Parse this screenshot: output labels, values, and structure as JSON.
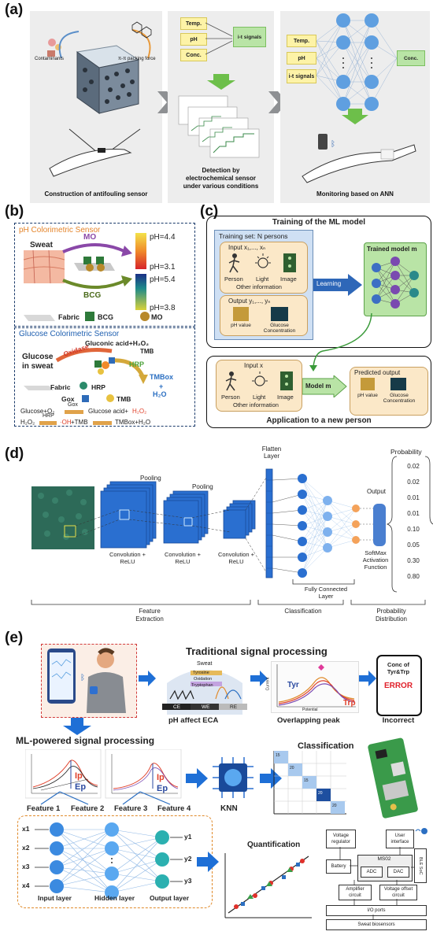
{
  "panel_a": {
    "label": "(a)",
    "box1": {
      "caption": "Construction of antifouling sensor",
      "contaminants": "Contaminants",
      "pi_force": "π-π packing force"
    },
    "box2": {
      "inputs": [
        "Temp.",
        "pH",
        "Conc."
      ],
      "signal": "i-t signals",
      "caption_line1": "Detection by",
      "caption_line2": "electrochemical sensor",
      "caption_line3": "under various conditions"
    },
    "box3": {
      "inputs": [
        "Temp.",
        "pH",
        "i-t signals"
      ],
      "output": "Conc.",
      "caption": "Monitoring based on ANN"
    }
  },
  "panel_b": {
    "label": "(b)",
    "ph_title": "pH Colorimetric Sensor",
    "sweat": "Sweat",
    "mo": "MO",
    "bcg": "BCG",
    "ph_values": [
      "pH=4.4",
      "pH=3.1",
      "pH=5.4",
      "pH=3.8"
    ],
    "legend": [
      "Fabric",
      "BCG",
      "MO"
    ],
    "glucose_title": "Glucose Colorimetric Sensor",
    "gluconic": "Gluconic acid+H₂O₂",
    "oxidase": "Oxidase",
    "tmb": "TMB",
    "glucose_in_sweat_1": "Glucose",
    "glucose_in_sweat_2": "in sweat",
    "hrp": "HRP",
    "tmbox": "TMBox",
    "plus": "+",
    "h2o": "H₂O",
    "legend2": [
      "Fabric",
      "HRP",
      "Gox",
      "TMB"
    ],
    "eq1_left": "Glucose+O₂",
    "eq1_enzyme": "Gox",
    "eq1_right_a": "Glucose acid+",
    "eq1_right_b": "H₂O₂",
    "eq2_left": "H₂O₂",
    "eq2_enzyme": "HRP",
    "eq2_mid_a": "·OH",
    "eq2_mid_b": "+TMB",
    "eq2_right": "TMBox+H₂O"
  },
  "panel_c": {
    "label": "(c)",
    "title": "Training of the ML model",
    "training_set": "Training set: N persons",
    "input": "Input x₁,..., xₙ",
    "icons": [
      "Person",
      "Light",
      "Image"
    ],
    "other": "Other information",
    "output": "Output y₁,..., yₙ",
    "out_icons": [
      "pH value",
      "Glucose Concentration"
    ],
    "learning": "Learning",
    "trained_model": "Trained model m",
    "input_x": "Input x",
    "model_m": "Model m",
    "predicted": "Predicted output",
    "bottom_title": "Application to a new person"
  },
  "panel_d": {
    "label": "(d)",
    "pooling1": "Pooling",
    "pooling2": "Pooling",
    "flatten": "Flatten Layer",
    "output": "Output",
    "softmax": "SoftMax Activation Function",
    "conv_labels": [
      "Convolution + ReLU",
      "Convolution + ReLU",
      "Convolution + ReLU"
    ],
    "fc": "Fully Connected Layer",
    "feature_extraction": "Feature Extraction",
    "classification": "Classification",
    "probability_distribution": "Probability Distribution",
    "probability_title": "Probability",
    "probabilities": [
      "0.02",
      "0.02",
      "0.01",
      "0.01",
      "0.10",
      "0.05",
      "0.30",
      "0.80"
    ]
  },
  "panel_e": {
    "label": "(e)",
    "traditional": "Traditional signal processing",
    "sweat": "Sweat",
    "molecules": [
      "Tyrosine",
      "Oxidation",
      "Tryptophan"
    ],
    "electrodes": [
      "CE",
      "WE",
      "RE"
    ],
    "ph_affect": "pH affect ECA",
    "overlapping": "Overlapping peak",
    "tyr": "Tyr",
    "trp": "Trp",
    "current": "Current",
    "potential": "Potential",
    "conc_title": "Conc of Tyr&Trp",
    "error": "ERROR",
    "incorrect": "Incorrect",
    "ml_title": "ML-powered signal processing",
    "ip": "Ip",
    "ep": "Ep",
    "features": [
      "Feature 1",
      "Feature 2",
      "Feature 3",
      "Feature 4"
    ],
    "knn": "KNN",
    "classification": "Classification",
    "matrix_values": [
      "15",
      "20",
      "15",
      "20",
      "20"
    ],
    "inputs": [
      "x1",
      "x2",
      "x3",
      "x4"
    ],
    "outputs": [
      "y1",
      "y2",
      "y3"
    ],
    "layers": [
      "Input layer",
      "Hidden layer",
      "Output layer"
    ],
    "quantification": "Quantification",
    "circuit": {
      "voltage_regulator": "Voltage regulator",
      "user_interface": "User interface",
      "battery": "Battery",
      "ms02": "MS02",
      "adc": "ADC",
      "dac": "DAC",
      "ble": "BLE SoC",
      "amplifier": "Amplifier circuit",
      "voltage_offset": "Voltage offset circuit",
      "io": "I/O ports",
      "biosensors": "Sweat biosensors"
    }
  }
}
